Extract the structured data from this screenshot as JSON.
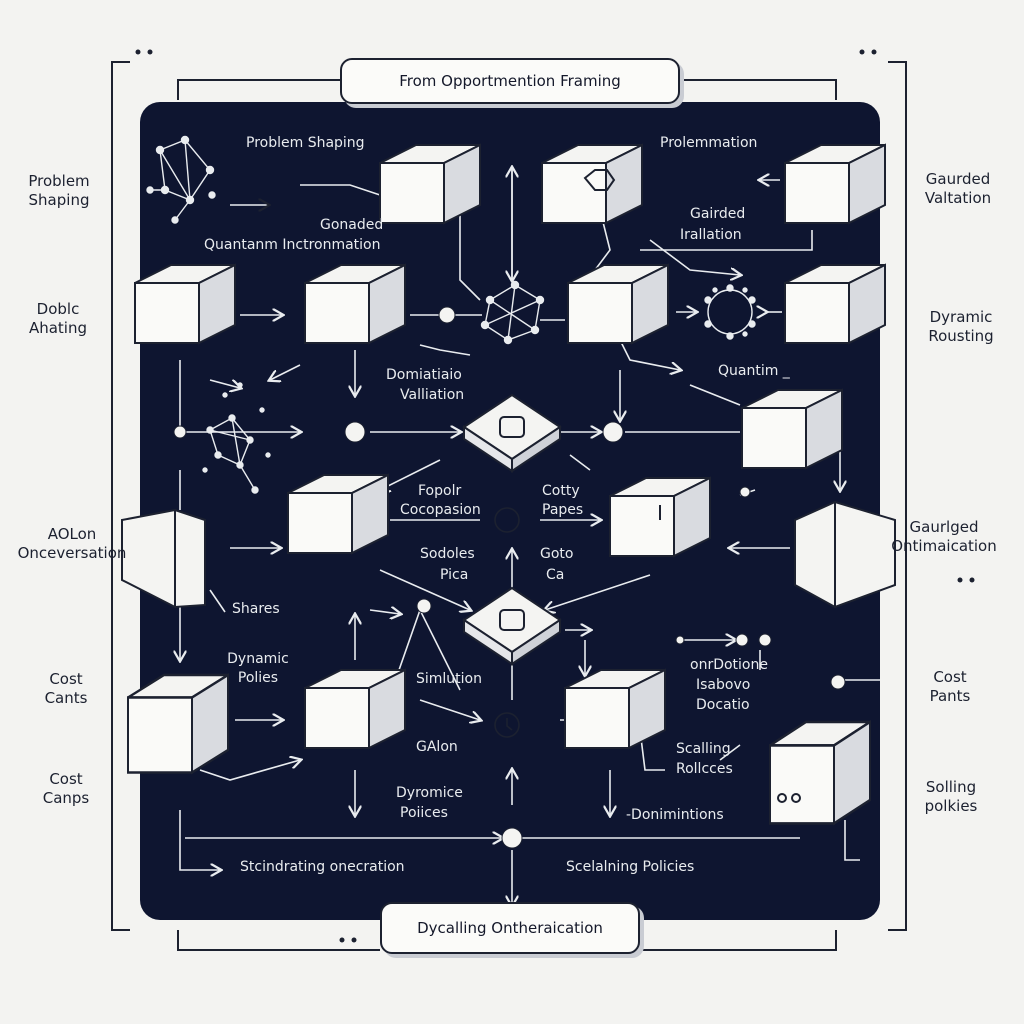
{
  "header": {
    "title": "From Opportmention Framing"
  },
  "footer": {
    "title": "Dycalling Ontheraication"
  },
  "side_labels": {
    "left": [
      "Problem Shaping",
      "Doblc Ahating",
      "AOLon Onceversation",
      "Cost Cants",
      "Cost Canps"
    ],
    "right": [
      "Gaurded Valtation",
      "Dyramic Rousting",
      "Gaurlged Ontimaication",
      "Cost Pants",
      "Solling polkies"
    ]
  },
  "inner_labels": {
    "problem_shaping": "Problem Shaping",
    "prolemmation": "Prolemmation",
    "gonaded": "Gonaded",
    "quantum_info": "Quantanm Inctronmation",
    "gairded": "Gairded",
    "irallation": "Irallation",
    "dominiation": "Domiatiaio",
    "valliation": "Valliation",
    "quantim": "Quantim _",
    "fopolr": "Fopolr",
    "cocopation": "Cocopasion",
    "cotty": "Cotty",
    "papes": "Papes",
    "sodoles": "Sodoles",
    "pica": "Pica",
    "goto": "Goto",
    "ca": "Ca",
    "shares": "Shares",
    "dynamic_policies": "Dynamic Polies",
    "simulation": "Simlution",
    "galon": "GAlon",
    "on_dations": "onrDotione",
    "isabovo": "Isabovo",
    "docatio": "Docatio",
    "scalling": "Scalling",
    "rollcces": "Rollcces",
    "dyromice": "Dyromice",
    "poiices": "Poiices",
    "donimintions": "-Donimintions",
    "stcindrating": "Stcindrating onecration",
    "scelaling": "Scelalning Policies"
  },
  "colors": {
    "panel": "#0e1530",
    "background": "#f3f3f1",
    "ink": "#1c2130",
    "node": "#f4f4f2"
  },
  "icons": [
    "network-graph-icon",
    "cube-icon",
    "gear-icon",
    "bell-icon",
    "timer-icon"
  ]
}
